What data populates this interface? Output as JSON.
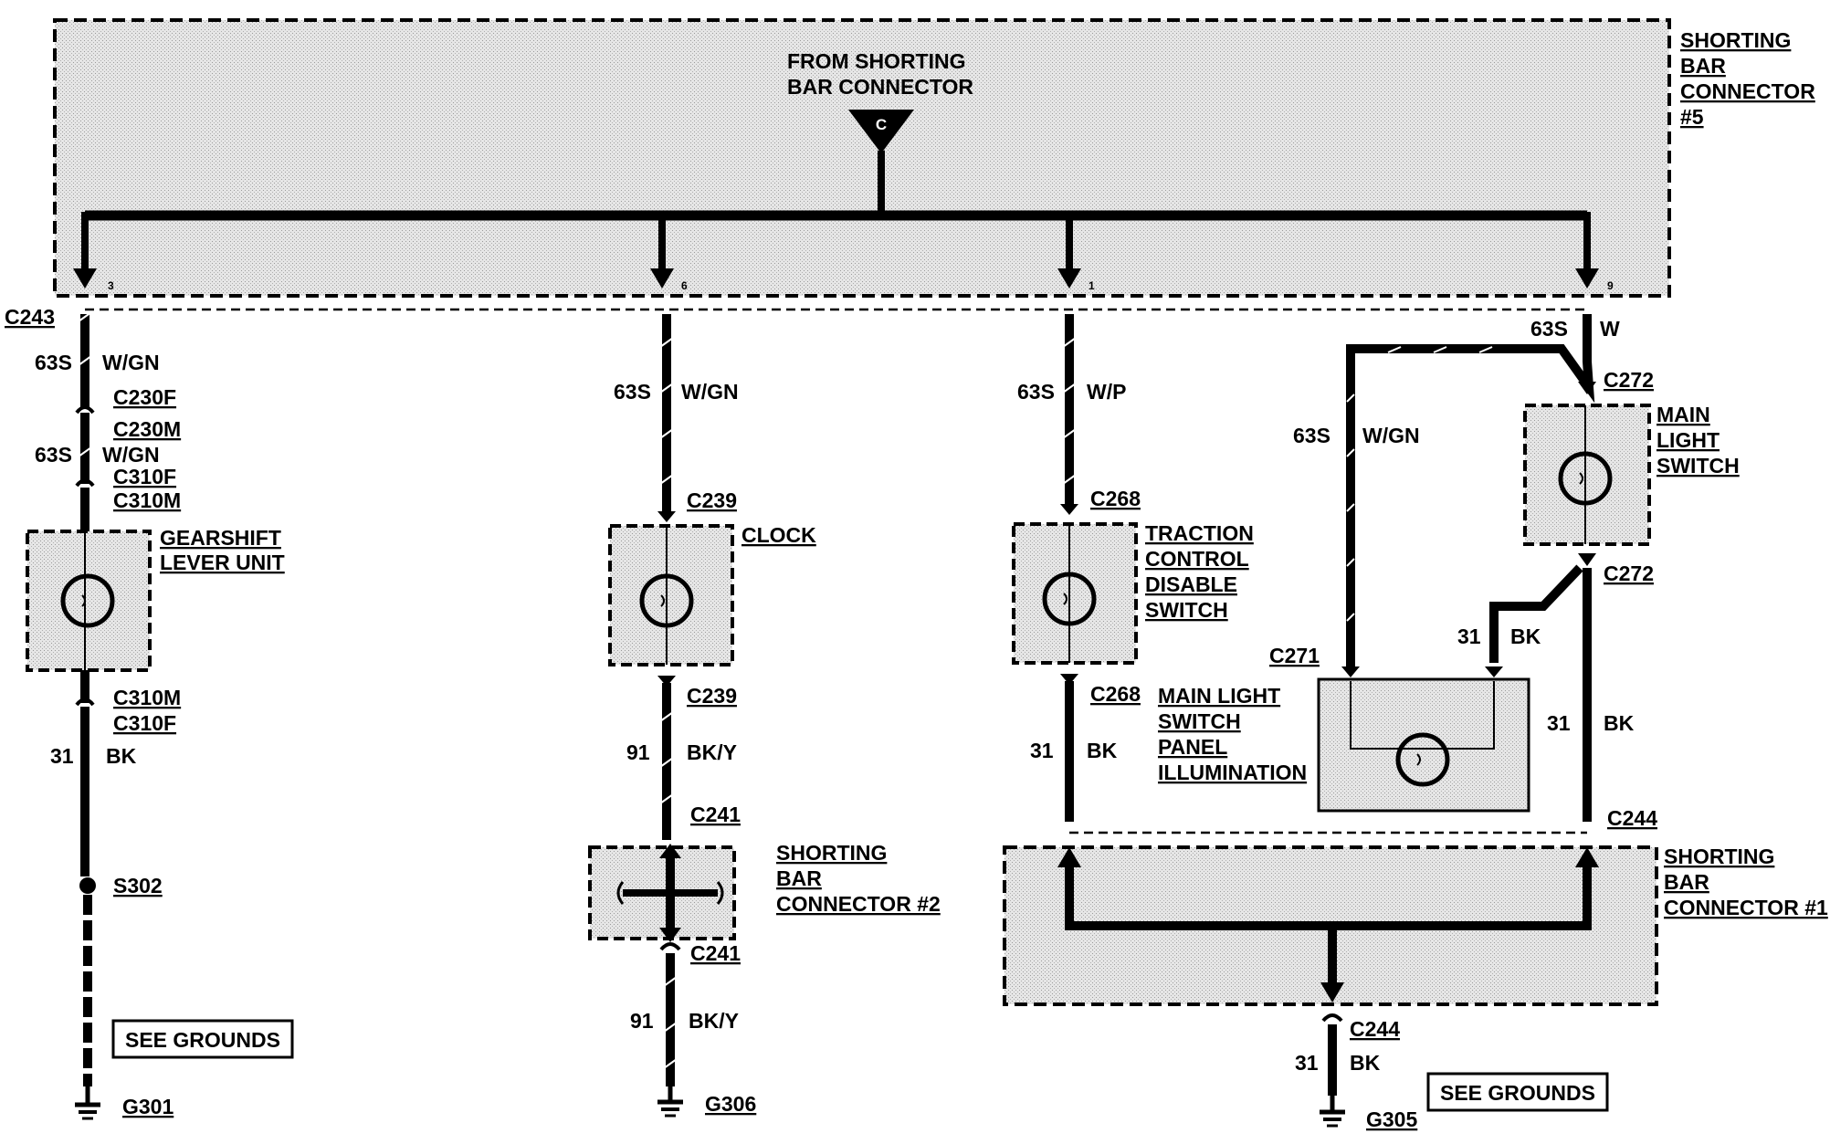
{
  "source_connector": {
    "label_line1": "FROM SHORTING",
    "label_line2": "BAR CONNECTOR",
    "letter": "C"
  },
  "shorting_bar_5": {
    "name_lines": [
      "SHORTING",
      "BAR",
      "CONNECTOR",
      "#5"
    ],
    "pins": [
      "3",
      "6",
      "1",
      "9"
    ]
  },
  "shorting_bar_2": {
    "name_lines": [
      "SHORTING",
      "BAR",
      "CONNECTOR #2"
    ]
  },
  "shorting_bar_1": {
    "name_lines": [
      "SHORTING",
      "BAR",
      "CONNECTOR #1"
    ]
  },
  "connectors": {
    "c243": "C243",
    "c230f": "C230F",
    "c230m": "C230M",
    "c310f": "C310F",
    "c310m": "C310M",
    "c239": "C239",
    "c241": "C241",
    "c268": "C268",
    "c272": "C272",
    "c271": "C271",
    "c244": "C244"
  },
  "splice": {
    "s302": "S302"
  },
  "grounds": {
    "g301": "G301",
    "g306": "G306",
    "g305": "G305"
  },
  "see_grounds": "SEE GROUNDS",
  "components": {
    "gearshift": [
      "GEARSHIFT",
      "LEVER UNIT"
    ],
    "clock": [
      "CLOCK"
    ],
    "traction": [
      "TRACTION",
      "CONTROL",
      "DISABLE",
      "SWITCH"
    ],
    "main_light_switch": [
      "MAIN",
      "LIGHT",
      "SWITCH"
    ],
    "panel_illum": [
      "MAIN LIGHT",
      "SWITCH",
      "PANEL",
      "ILLUMINATION"
    ]
  },
  "circuits": {
    "c63s": "63S",
    "c31": "31",
    "c91": "91"
  },
  "wire_colors": {
    "wgn": "W/GN",
    "wp": "W/P",
    "w": "W",
    "bk": "BK",
    "bky": "BK/Y"
  }
}
